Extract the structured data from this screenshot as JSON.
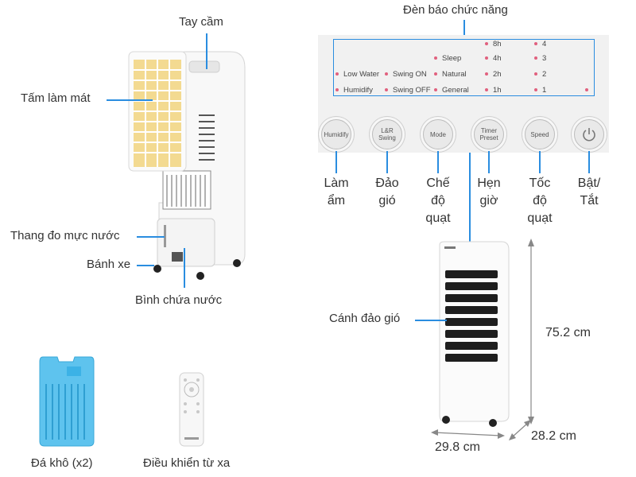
{
  "left_labels": {
    "handle": "Tay cầm",
    "cooling_pad": "Tấm làm mát",
    "water_gauge": "Thang đo mực nước",
    "wheel": "Bánh xe",
    "water_tank": "Bình chứa nước"
  },
  "panel": {
    "title": "Đèn báo chức năng",
    "indicators": {
      "low_water": "Low Water",
      "humidify": "Humidify",
      "swing_on": "Swing ON",
      "swing_off": "Swing OFF",
      "sleep": "Sleep",
      "natural": "Natural",
      "general": "General",
      "t8": "8h",
      "t4": "4h",
      "t2": "2h",
      "t1": "1h",
      "s4": "4",
      "s3": "3",
      "s2": "2",
      "s1": "1"
    },
    "buttons": [
      {
        "face": "Humidify",
        "label": "Làm\nẩm"
      },
      {
        "face": "L&R\nSwing",
        "label": "Đảo\ngió"
      },
      {
        "face": "Mode",
        "label": "Chế\nđộ\nquạt"
      },
      {
        "face": "Timer\nPreset",
        "label": "Hẹn\ngiờ"
      },
      {
        "face": "Speed",
        "label": "Tốc\nđộ\nquạt"
      },
      {
        "face": "",
        "label": "Bật/\nTắt"
      }
    ]
  },
  "product": {
    "louver_label": "Cánh đảo gió",
    "height": "75.2 cm",
    "width": "29.8 cm",
    "depth": "28.2 cm"
  },
  "accessories": {
    "ice_pack": "Đá khô (x2)",
    "remote": "Điều khiển từ xa"
  },
  "colors": {
    "leader": "#2a8de0",
    "ice_pack": "#5ec3ee",
    "cooling_pad": "#f1d47e",
    "indicator_dot": "#e0607e"
  }
}
